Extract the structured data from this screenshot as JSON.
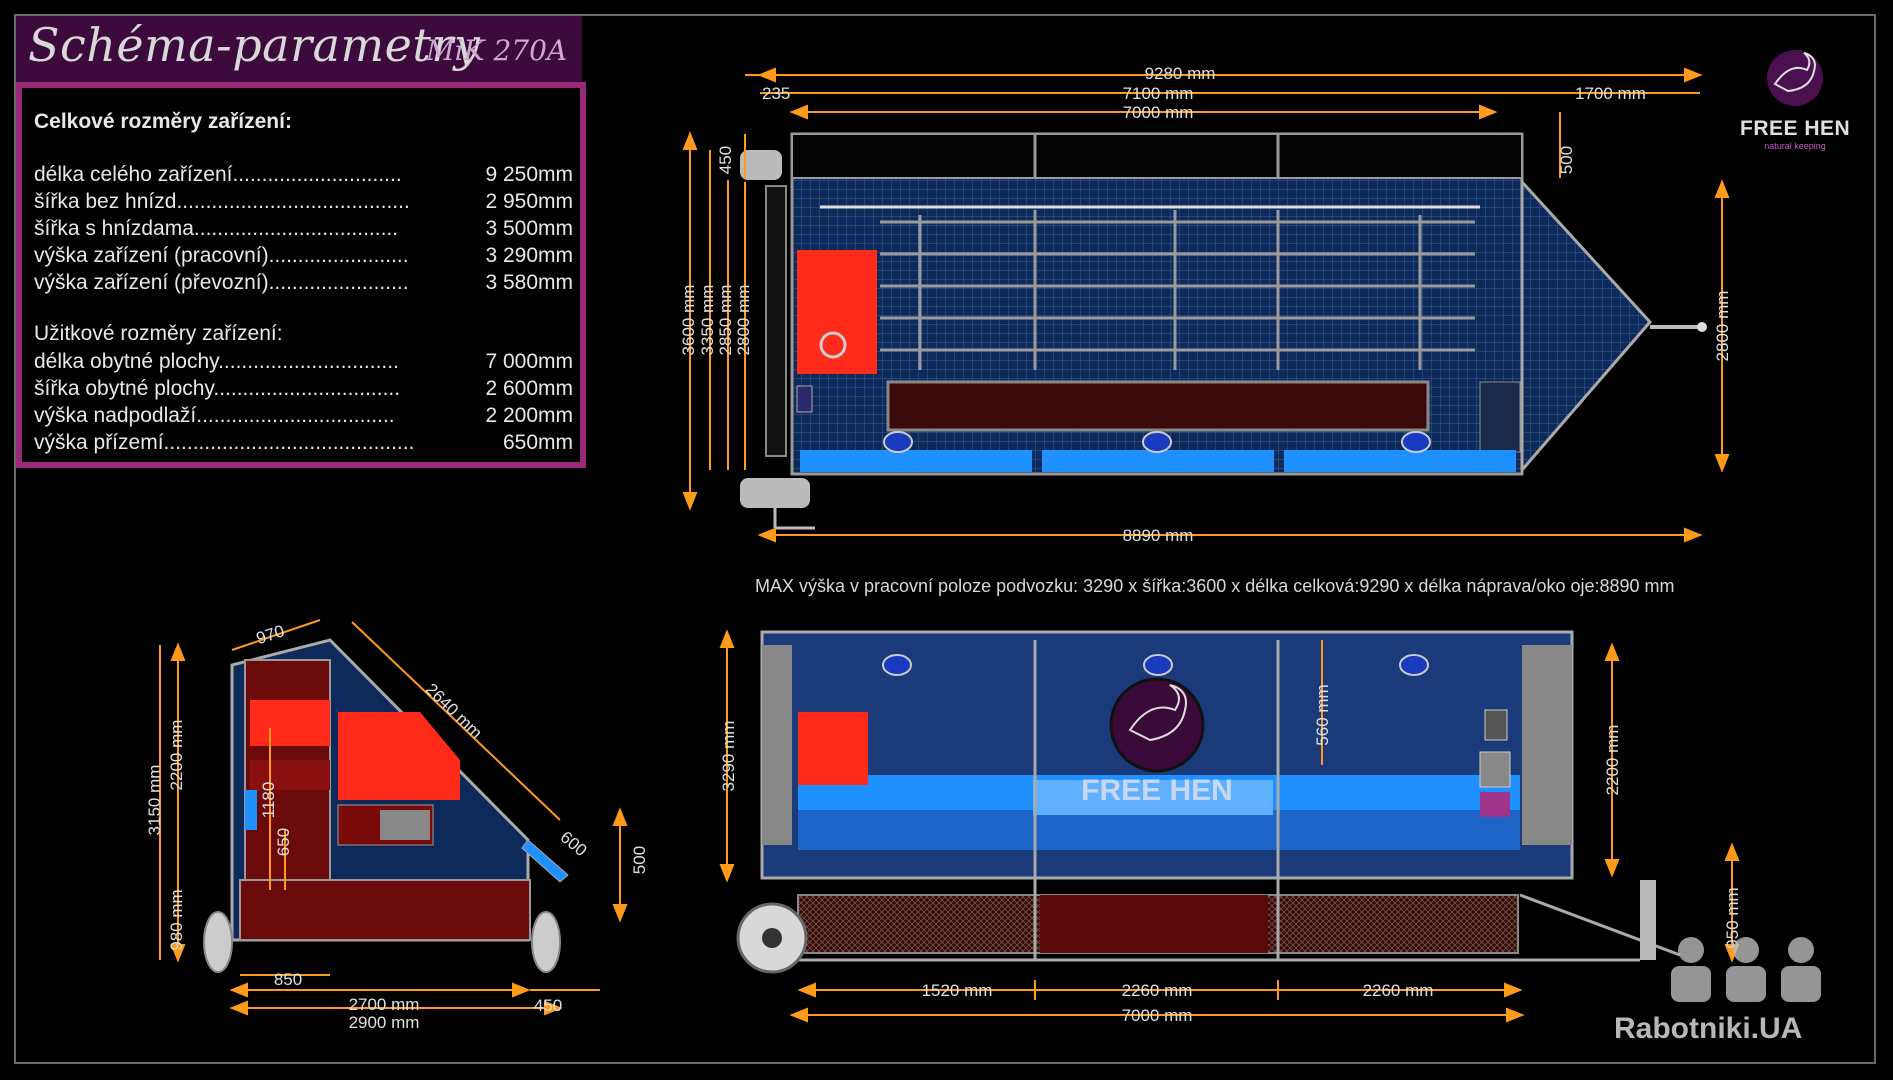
{
  "title": {
    "main": "Schéma-parametry",
    "model": "MiK 270A"
  },
  "overall": {
    "heading": "Celkové rozměry zařízení:",
    "rows": [
      {
        "label": "délka celého zařízení.............................",
        "value": "9 250mm"
      },
      {
        "label": "šířka bez hnízd........................................",
        "value": "2 950mm"
      },
      {
        "label": "šířka s hnízdama...................................",
        "value": "3 500mm"
      },
      {
        "label": "výška zařízení (pracovní)........................",
        "value": "3 290mm"
      },
      {
        "label": "výška zařízení (převozní)........................",
        "value": "3 580mm"
      }
    ]
  },
  "usable": {
    "heading": "Užitkové rozměry zařízení:",
    "rows": [
      {
        "label": "délka obytné plochy...............................",
        "value": "7 000mm"
      },
      {
        "label": "šířka obytné plochy................................",
        "value": "2 600mm"
      },
      {
        "label": "výška nadpodlaží..................................",
        "value": "2 200mm"
      },
      {
        "label": "výška přízemí...........................................",
        "value": "650mm"
      }
    ]
  },
  "caption": "MAX výška v pracovní poloze podvozku: 3290 x šířka:3600 x délka celková:9290 x délka náprava/oko oje:8890 mm",
  "logo": {
    "text": "FREE HEN",
    "sub": "natural keeping"
  },
  "banner_text": "FREE HEN",
  "watermark": "Rabotniki.UA",
  "colors": {
    "accent": "#ff9a1a",
    "frame": "#6a6a6a",
    "title_bg": "#3c0a3c",
    "box_border": "#9a2a78",
    "red": "#ff2a1a",
    "blue": "#1e90ff",
    "navy": "#1a3a7a"
  },
  "top_view": {
    "dims": {
      "total_length": "9280 mm",
      "inner_length": "7100 mm",
      "usable_length": "7000 mm",
      "front_offset": "235",
      "drawbar": "1700 mm",
      "wheel_base": "8890 mm",
      "w_total": "3600 mm",
      "w_3350": "3350 mm",
      "w_2850": "2850 mm",
      "w_2800": "2800 mm",
      "w_right": "2800 mm",
      "top_450": "450",
      "top_500": "500"
    }
  },
  "side_view": {
    "dims": {
      "h_total": "3150 mm",
      "h_upper": "2200 mm",
      "h_lower": "980 mm",
      "roof": "970",
      "slope": "2640 mm",
      "h_1180": "1180",
      "h_650": "650",
      "d_600": "600",
      "d_500": "500",
      "w_850": "850",
      "w_2700": "2700 mm",
      "w_2900": "2900 mm",
      "w_450": "450"
    }
  },
  "front_view": {
    "dims": {
      "h_total": "3290 mm",
      "h_upper": "2200 mm",
      "h_560": "560 mm",
      "h_950": "950 mm",
      "seg1": "1520 mm",
      "seg2": "2260 mm",
      "seg3": "2260 mm",
      "total": "7000 mm"
    }
  }
}
